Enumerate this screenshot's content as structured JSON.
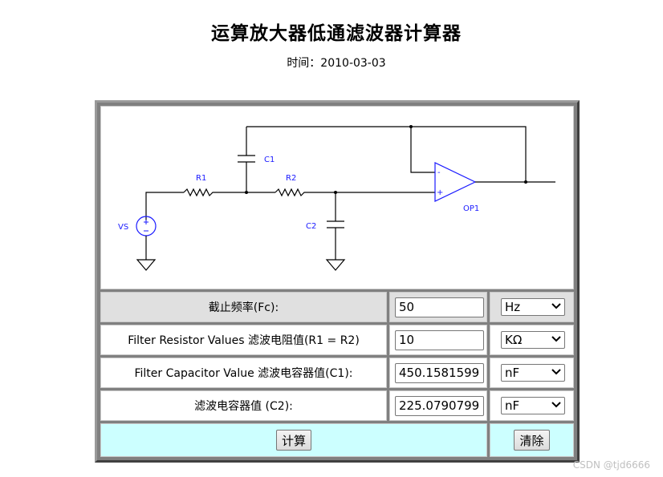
{
  "page": {
    "title": "运算放大器低通滤波器计算器",
    "date": "时间：2010-03-03"
  },
  "schematic": {
    "labels": {
      "c1": "C1",
      "r1": "R1",
      "r2": "R2",
      "c2": "C2",
      "vs": "VS",
      "op1": "OP1",
      "minus": "-",
      "plus": "+"
    },
    "colors": {
      "label": "#1a1aff",
      "opamp": "#1a1aff",
      "wire": "#000000"
    }
  },
  "form": {
    "rows": [
      {
        "label": "截止频率(Fc):",
        "value": "50",
        "unit": "Hz"
      },
      {
        "label": "Filter Resistor Values 滤波电阻值(R1 = R2)",
        "value": "10",
        "unit": "KΩ"
      },
      {
        "label": "Filter Capacitor Value 滤波电容器值(C1):",
        "value": "450.1581599",
        "unit": "nF"
      },
      {
        "label": "滤波电容器值 (C2):",
        "value": "225.0790799",
        "unit": "nF"
      }
    ],
    "buttons": {
      "calculate": "计算",
      "clear": "清除"
    },
    "colors": {
      "header_row_bg": "#e0e0e0",
      "button_row_bg": "#ccffff"
    }
  },
  "watermark": "CSDN @tjd6666",
  "icons": {
    "dropdown": "chevron-down-icon"
  }
}
